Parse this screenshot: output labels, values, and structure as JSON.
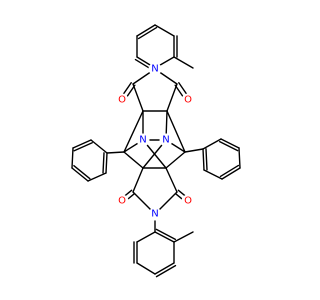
{
  "colors": {
    "bond": "#000000",
    "oxygen": "#ff0000",
    "nitrogen": "#0000ff",
    "background": "#ffffff"
  },
  "atoms": [
    {
      "id": "O1",
      "symbol": "O",
      "element": "oxygen"
    },
    {
      "id": "O2",
      "symbol": "O",
      "element": "oxygen"
    },
    {
      "id": "O3",
      "symbol": "O",
      "element": "oxygen"
    },
    {
      "id": "O4",
      "symbol": "O",
      "element": "oxygen"
    },
    {
      "id": "N_top",
      "symbol": "N",
      "element": "nitrogen"
    },
    {
      "id": "N_bot",
      "symbol": "N",
      "element": "nitrogen"
    },
    {
      "id": "N_left",
      "symbol": "N",
      "element": "nitrogen"
    },
    {
      "id": "N_right",
      "symbol": "N",
      "element": "nitrogen"
    }
  ]
}
